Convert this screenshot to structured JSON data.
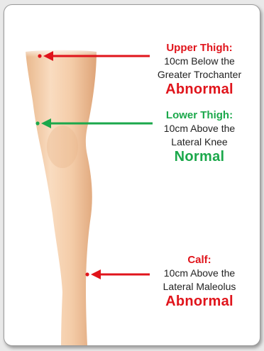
{
  "measurement_sites": [
    {
      "title": "Upper Thigh:",
      "line1": "10cm Below the",
      "line2": "Greater Trochanter",
      "status": "Abnormal",
      "color": "#e0141b"
    },
    {
      "title": "Lower Thigh:",
      "line1": "10cm Above the",
      "line2": "Lateral Knee",
      "status": "Normal",
      "color": "#1ba84b"
    },
    {
      "title": "Calf:",
      "line1": "10cm Above the",
      "line2": "Lateral Maleolus",
      "status": "Abnormal",
      "color": "#e0141b"
    }
  ],
  "colors": {
    "abnormal": "#e0141b",
    "normal": "#1ba84b",
    "skin_light": "#f7d6b7",
    "skin_dark": "#e3ac7e"
  }
}
